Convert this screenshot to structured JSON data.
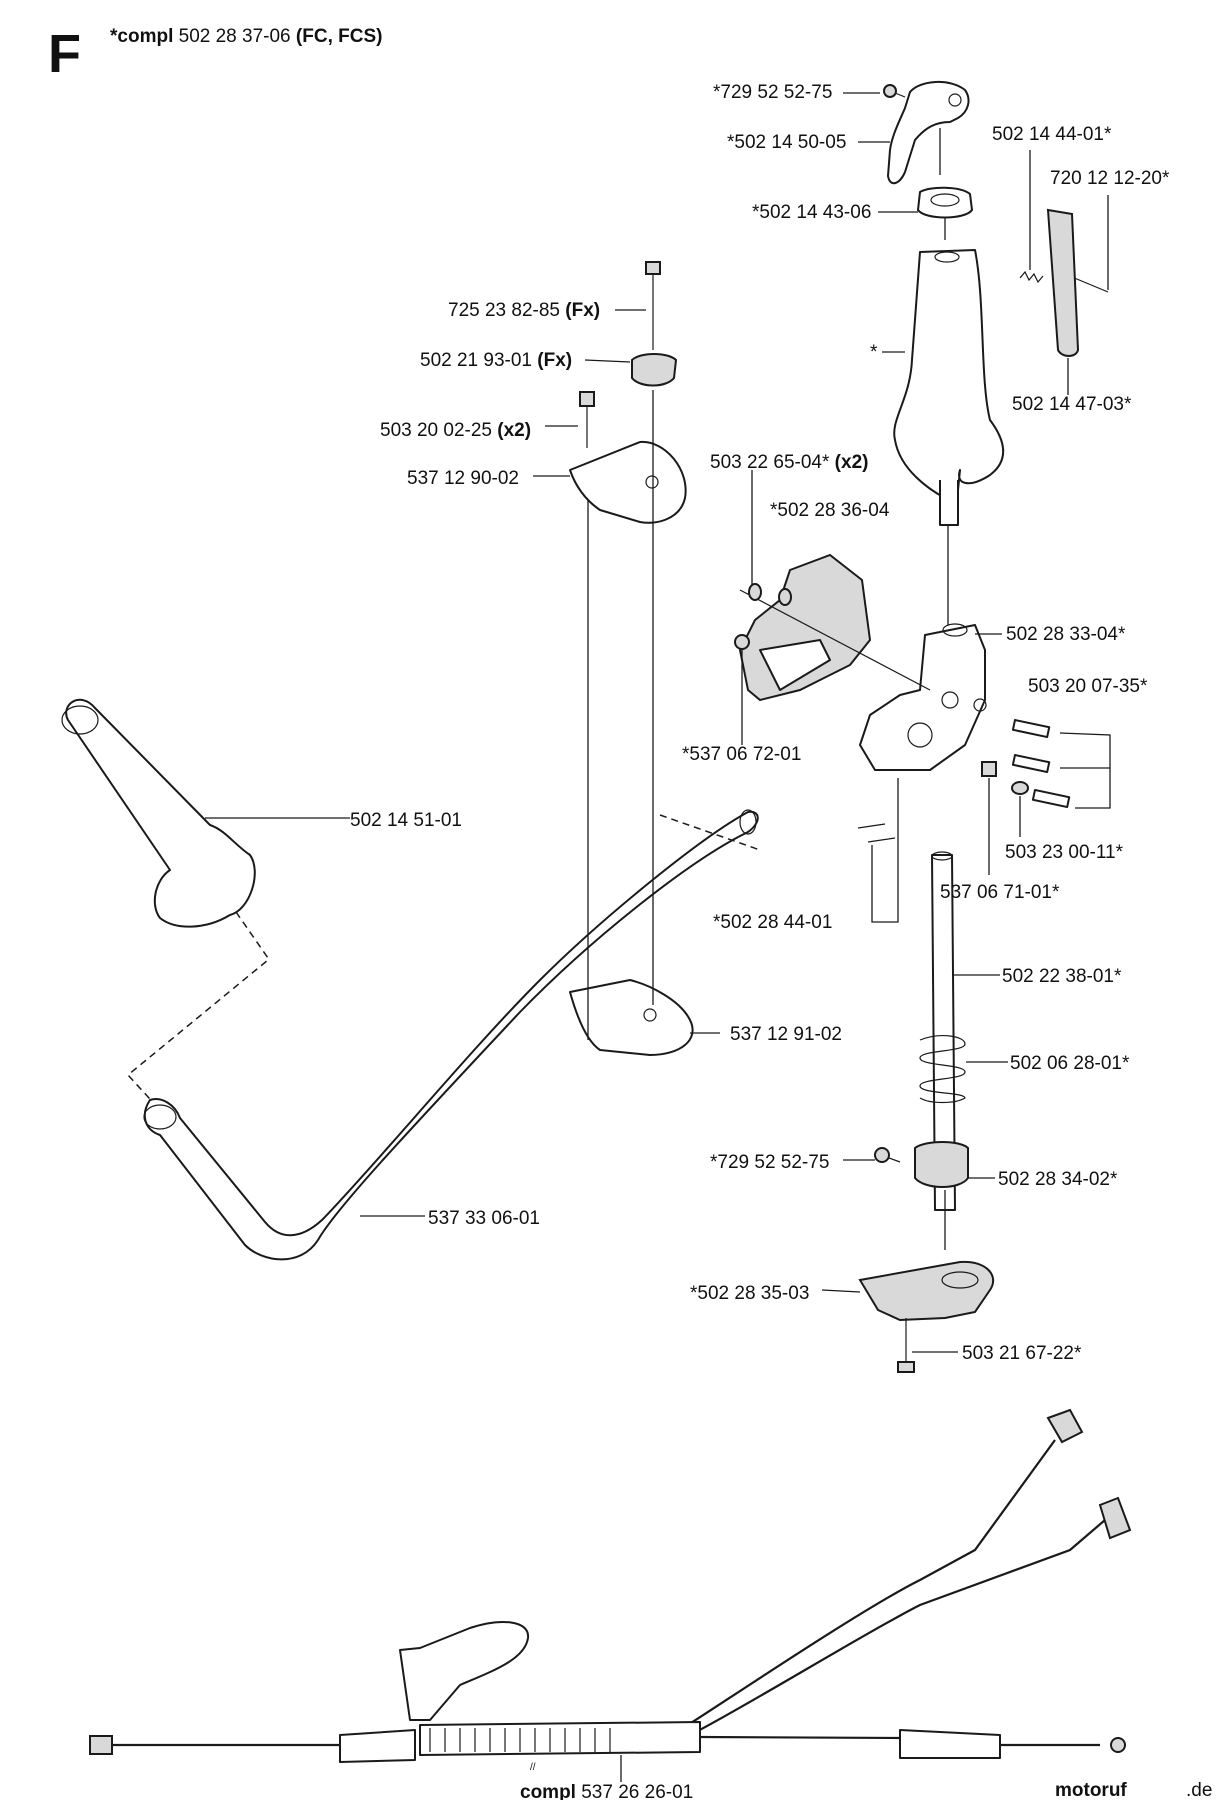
{
  "section": "F",
  "header": {
    "prefix": "*compl",
    "number": "502 28 37-06",
    "variant": "(FC, FCS)"
  },
  "labels": {
    "l01": "*729 52 52-75",
    "l02": "*502 14 50-05",
    "l03": "502 14 44-01*",
    "l04": "720 12 12-20*",
    "l05": "*502 14 43-06",
    "l06_num": "725 23 82-85",
    "l06_suf": "(Fx)",
    "l07_num": "502 21 93-01",
    "l07_suf": "(Fx)",
    "l08": "*",
    "l09": "502 14 47-03*",
    "l10_num": "503 20 02-25",
    "l10_suf": "(x2)",
    "l11": "537 12 90-02",
    "l12_num": "503 22 65-04*",
    "l12_suf": "(x2)",
    "l13": "*502 28 36-04",
    "l14": "502 28 33-04*",
    "l15": "503 20 07-35*",
    "l16": "*537 06 72-01",
    "l17": "502 14 51-01",
    "l18": "503 23 00-11*",
    "l19": "537 06 71-01*",
    "l20": "*502 28 44-01",
    "l21": "502 22 38-01*",
    "l22": "537 12 91-02",
    "l23": "502 06 28-01*",
    "l24": "*729 52 52-75",
    "l25": "502 28 34-02*",
    "l26": "537 33 06-01",
    "l27": "*502 28 35-03",
    "l28": "503 21 67-22*",
    "l29_pre": "compl",
    "l29_num": "537 26 26-01",
    "break_mark": "//"
  },
  "watermark": {
    "main": "motoruf",
    "suffix": ".de"
  }
}
